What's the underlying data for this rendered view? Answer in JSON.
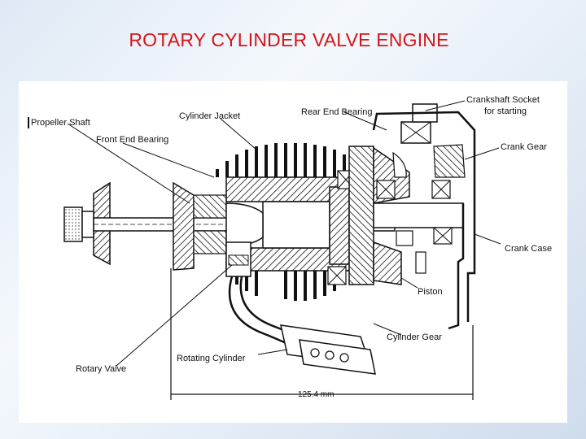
{
  "title": "ROTARY CYLINDER VALVE ENGINE",
  "colors": {
    "title": "#d4141a",
    "ink": "#111111",
    "background": "#e4edf7"
  },
  "labels": {
    "propeller_shaft": "Propeller Shaft",
    "cylinder_jacket": "Cylinder Jacket",
    "rear_end_bearing": "Rear End Bearing",
    "crankshaft_socket_line1": "Crankshaft Socket",
    "crankshaft_socket_line2": "for starting",
    "front_end_bearing": "Front End Bearing",
    "crank_gear": "Crank Gear",
    "crank_case": "Crank Case",
    "piston": "Piston",
    "cylinder_gear": "Cylinder Gear",
    "rotating_cylinder": "Rotating Cylinder",
    "rotary_valve": "Rotary Valve",
    "dimension": "125.4 mm"
  }
}
